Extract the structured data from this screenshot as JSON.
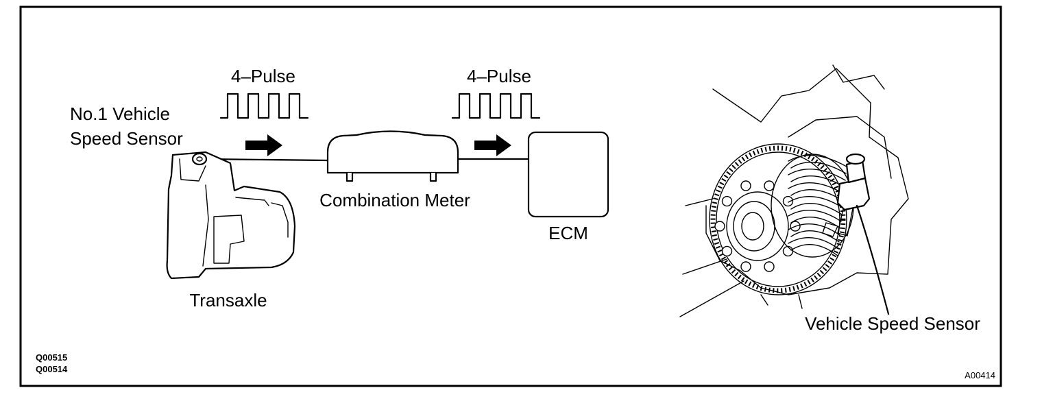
{
  "labels": {
    "pulse_left": "4–Pulse",
    "pulse_right": "4–Pulse",
    "sensor_line1": "No.1 Vehicle",
    "sensor_line2": "Speed Sensor",
    "combination_meter": "Combination Meter",
    "ecm": "ECM",
    "transaxle": "Transaxle",
    "vehicle_speed_sensor": "Vehicle Speed Sensor"
  },
  "codes": {
    "code1": "Q00515",
    "code2": "Q00514",
    "figure_id": "A00414"
  },
  "pulse_count": 4,
  "colors": {
    "line": "#000000",
    "background": "#ffffff"
  }
}
